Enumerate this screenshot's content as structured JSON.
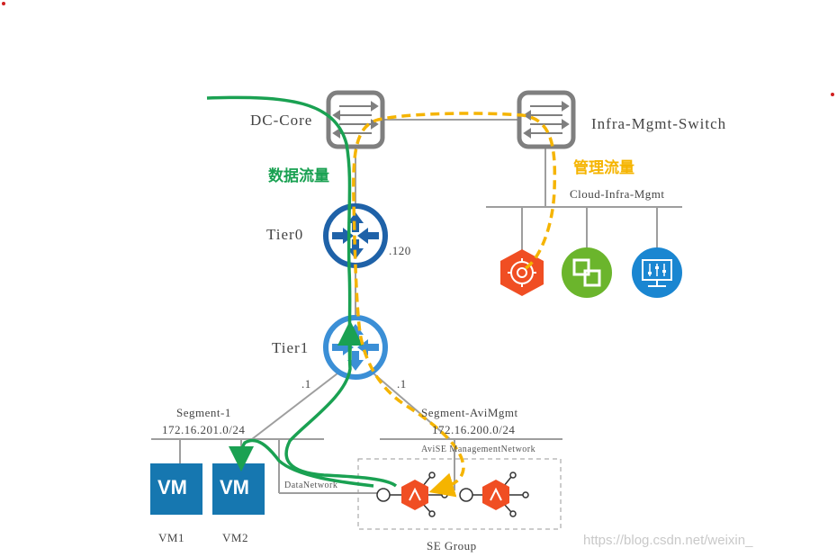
{
  "colors": {
    "data_flow": "#1aa152",
    "mgmt_flow": "#f5b400",
    "switch_border": "#7f7f7f",
    "tier0": "#1f62a8",
    "tier1": "#3b8fd6",
    "vm_box": "#1677b0",
    "se_node": "#f04e23",
    "vrops_green": "#6bb52c",
    "vcenter_blue": "#1a86d1",
    "line_grey": "#9e9e9e"
  },
  "icons": {
    "switch": "switch-icon",
    "router": "router-icon",
    "nsx_manager": "gear-hexagon-icon",
    "vrops": "vrops-icon",
    "vcenter": "monitor-sliders-icon",
    "se": "avi-se-icon"
  },
  "labels": {
    "dc_core": "DC-Core",
    "infra_switch": "Infra-Mgmt-Switch",
    "data_flow": "数据流量",
    "mgmt_flow": "管理流量",
    "cloud_mgmt": "Cloud-Infra-Mgmt",
    "tier0": "Tier0",
    "tier0_ip": ".120",
    "tier1": "Tier1",
    "tier1_ip_left": ".1",
    "tier1_ip_right": ".1",
    "segment1_name": "Segment-1",
    "segment1_cidr": "172.16.201.0/24",
    "segment_avi_name": "Segment-AviMgmt",
    "segment_avi_cidr": "172.16.200.0/24",
    "avise_mgmt_net": "AviSE ManagementNetwork",
    "data_network": "DataNetwork",
    "vm_badge_1": "VM",
    "vm_badge_2": "VM",
    "vm1": "VM1",
    "vm2": "VM2",
    "se_group": "SE Group",
    "watermark": "https://blog.csdn.net/weixin_"
  }
}
